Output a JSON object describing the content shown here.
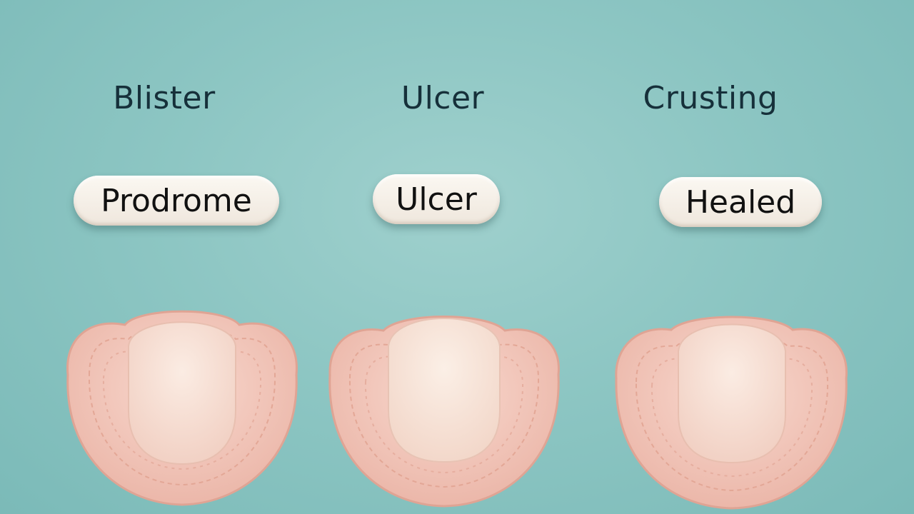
{
  "stages": [
    {
      "heading": "Blister",
      "label": "Prodrome"
    },
    {
      "heading": "Ulcer",
      "label": "Ulcer"
    },
    {
      "heading": "Crusting",
      "label": "Healed"
    }
  ],
  "colors": {
    "background": "#8dc6c3",
    "heading_text": "#16303a",
    "pill_fill": "#f6f0e8",
    "lesion_outer": "#f2c6ba",
    "lesion_inner": "#f7e2d6"
  }
}
